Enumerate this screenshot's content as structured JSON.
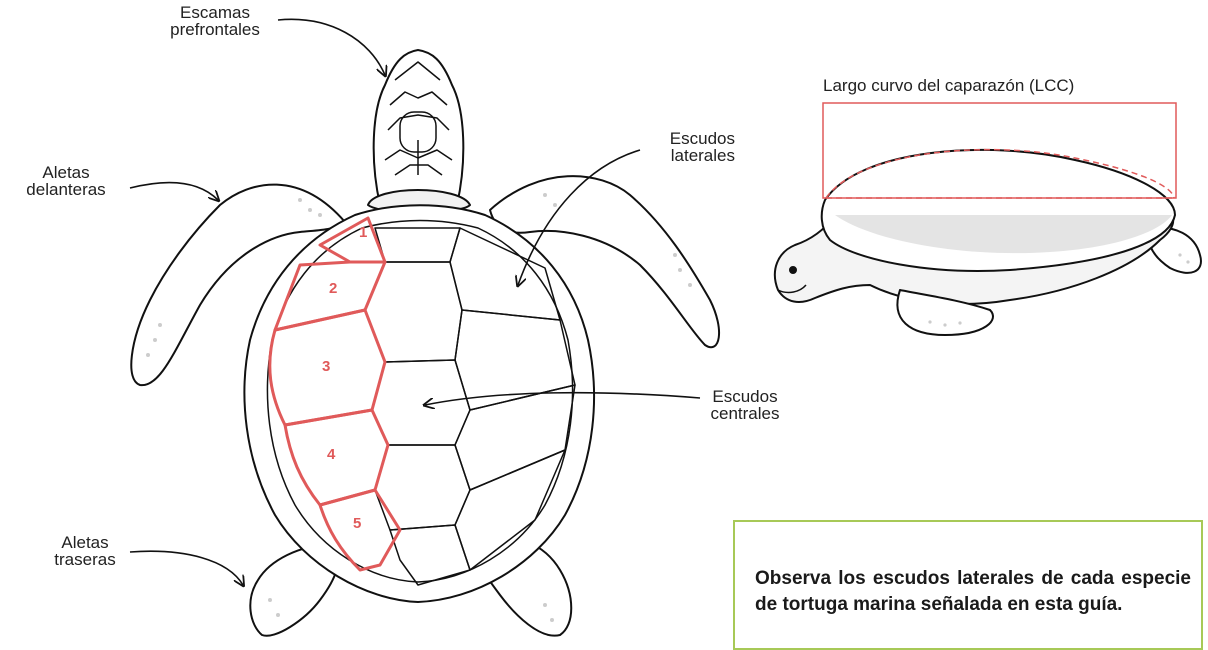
{
  "labels": {
    "prefrontal_l1": "Escamas",
    "prefrontal_l2": "prefrontales",
    "lateral_l1": "Escudos",
    "lateral_l2": "laterales",
    "front_flipper_l1": "Aletas",
    "front_flipper_l2": "delanteras",
    "central_l1": "Escudos",
    "central_l2": "centrales",
    "rear_flipper_l1": "Aletas",
    "rear_flipper_l2": "traseras"
  },
  "scute_numbers": [
    "1",
    "2",
    "3",
    "4",
    "5"
  ],
  "lcc": {
    "title": "Largo curvo del caparazón (LCC)"
  },
  "note": {
    "text": "Observa los escudos laterales de cada especie de tortuga marina señalada en esta guía."
  },
  "colors": {
    "highlight": "#e05a5a",
    "note_border": "#a7c957",
    "outline": "#111111",
    "shade": "#d9d9d9"
  }
}
